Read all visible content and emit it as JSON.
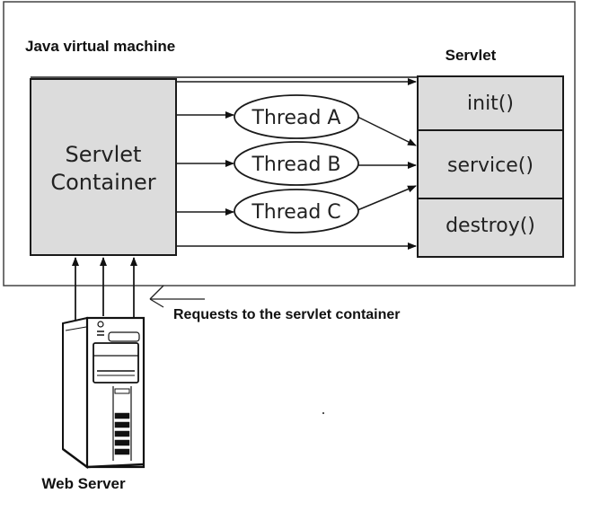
{
  "jvm": {
    "label": "Java virtual machine"
  },
  "container": {
    "line1": "Servlet",
    "line2": "Container"
  },
  "servlet": {
    "label": "Servlet",
    "methods": [
      "init()",
      "service()",
      "destroy()"
    ]
  },
  "threads": [
    "Thread A",
    "Thread B",
    "Thread C"
  ],
  "requests": {
    "label": "Requests to the servlet container"
  },
  "web_server": {
    "label": "Web Server"
  },
  "colors": {
    "box_fill": "#dcdcdc",
    "stroke": "#1a1a1a",
    "outer_stroke": "#444444"
  }
}
